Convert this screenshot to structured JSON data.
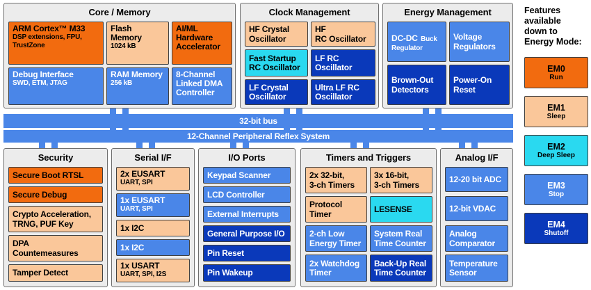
{
  "legend": {
    "title_lines": [
      "Features",
      "available",
      "down to",
      "Energy Mode:"
    ],
    "modes": [
      {
        "id": "EM0",
        "name": "Run",
        "color": "#f26b0f",
        "cls": "em0"
      },
      {
        "id": "EM1",
        "name": "Sleep",
        "color": "#fac79a",
        "cls": "em1"
      },
      {
        "id": "EM2",
        "name": "Deep Sleep",
        "color": "#2ad9f0",
        "cls": "em2"
      },
      {
        "id": "EM3",
        "name": "Stop",
        "color": "#4a86e8",
        "cls": "em3"
      },
      {
        "id": "EM4",
        "name": "Shutoff",
        "color": "#0a39ba",
        "cls": "em4"
      }
    ]
  },
  "buses": [
    {
      "label": "32-bit bus"
    },
    {
      "label": "12-Channel Peripheral Reflex System"
    }
  ],
  "panels": {
    "core_memory": {
      "title": "Core / Memory",
      "cells": [
        {
          "l1": "ARM Cortex™ M33",
          "l2": "DSP extensions, FPU,\nTrustZone",
          "cls": "em0"
        },
        {
          "l1": "Flash\nMemory",
          "l2": "1024 kB",
          "cls": "em1"
        },
        {
          "l1": "AI/ML\nHardware\nAccelerator",
          "l2": "",
          "cls": "em0"
        },
        {
          "l1": "Debug Interface",
          "l2": "SWD, ETM, JTAG",
          "cls": "em3"
        },
        {
          "l1": "RAM Memory",
          "l2": "256 kB",
          "cls": "em3"
        },
        {
          "l1": "8-Channel\nLinked DMA\nController",
          "l2": "",
          "cls": "em3"
        }
      ]
    },
    "clock_management": {
      "title": "Clock Management",
      "cells": [
        {
          "l1": "HF Crystal\nOscillator",
          "l2": "",
          "cls": "em1"
        },
        {
          "l1": "HF\nRC Oscillator",
          "l2": "",
          "cls": "em1"
        },
        {
          "l1": "Fast Startup\nRC Oscillator",
          "l2": "",
          "cls": "em2"
        },
        {
          "l1": "LF RC\nOscillator",
          "l2": "",
          "cls": "em4"
        },
        {
          "l1": "LF Crystal\nOscillator",
          "l2": "",
          "cls": "em4"
        },
        {
          "l1": "Ultra LF RC\nOscillator",
          "l2": "",
          "cls": "em4"
        }
      ]
    },
    "energy_management": {
      "title": "Energy Management",
      "cells": [
        {
          "l1": "DC-DC",
          "l1b": "Buck",
          "l2": "Regulator",
          "cls": "em3"
        },
        {
          "l1": "Voltage\nRegulators",
          "l2": "",
          "cls": "em3"
        },
        {
          "l1": "Brown-Out\nDetectors",
          "l2": "",
          "cls": "em4"
        },
        {
          "l1": "Power-On\nReset",
          "l2": "",
          "cls": "em4"
        }
      ]
    },
    "security": {
      "title": "Security",
      "cells": [
        {
          "l1": "Secure Boot RTSL",
          "l2": "",
          "cls": "em0"
        },
        {
          "l1": "Secure Debug",
          "l2": "",
          "cls": "em0"
        },
        {
          "l1": "Crypto Acceleration,\nTRNG, PUF Key",
          "l2": "",
          "cls": "em1"
        },
        {
          "l1": "DPA\nCountemeasures",
          "l2": "",
          "cls": "em1"
        },
        {
          "l1": "Tamper Detect",
          "l2": "",
          "cls": "em1"
        }
      ]
    },
    "serial_if": {
      "title": "Serial I/F",
      "cells": [
        {
          "l1": "2x EUSART",
          "l2": "UART, SPI",
          "cls": "em1"
        },
        {
          "l1": "1x EUSART",
          "l2": "UART, SPI",
          "cls": "em3"
        },
        {
          "l1": "1x I2C",
          "l2": "",
          "cls": "em1"
        },
        {
          "l1": "1x I2C",
          "l2": "",
          "cls": "em3"
        },
        {
          "l1": "1x USART",
          "l2": "UART, SPI, I2S",
          "cls": "em1"
        }
      ]
    },
    "io_ports": {
      "title": "I/O Ports",
      "cells": [
        {
          "l1": "Keypad Scanner",
          "l2": "",
          "cls": "em3"
        },
        {
          "l1": "LCD Controller",
          "l2": "",
          "cls": "em3"
        },
        {
          "l1": "External Interrupts",
          "l2": "",
          "cls": "em3"
        },
        {
          "l1": "General Purpose I/O",
          "l2": "",
          "cls": "em4"
        },
        {
          "l1": "Pin Reset",
          "l2": "",
          "cls": "em4"
        },
        {
          "l1": "Pin Wakeup",
          "l2": "",
          "cls": "em4"
        }
      ]
    },
    "timers_triggers": {
      "title": "Timers and Triggers",
      "cells": [
        {
          "l1": "2x 32-bit,\n3-ch Timers",
          "l2": "",
          "cls": "em1"
        },
        {
          "l1": "3x 16-bit,\n3-ch Timers",
          "l2": "",
          "cls": "em1"
        },
        {
          "l1": "Protocol\nTimer",
          "l2": "",
          "cls": "em1"
        },
        {
          "l1": "LESENSE",
          "l2": "",
          "cls": "em2"
        },
        {
          "l1": "2-ch Low\nEnergy Timer",
          "l2": "",
          "cls": "em3"
        },
        {
          "l1": "System Real\nTime Counter",
          "l2": "",
          "cls": "em3"
        },
        {
          "l1": "2x Watchdog\nTimer",
          "l2": "",
          "cls": "em3"
        },
        {
          "l1": "Back-Up Real\nTime Counter",
          "l2": "",
          "cls": "em4"
        }
      ]
    },
    "analog_if": {
      "title": "Analog I/F",
      "cells": [
        {
          "l1": "12-20 bit ADC",
          "l2": "",
          "cls": "em3"
        },
        {
          "l1": "12-bit VDAC",
          "l2": "",
          "cls": "em3"
        },
        {
          "l1": "Analog\nComparator",
          "l2": "",
          "cls": "em3"
        },
        {
          "l1": "Temperature\nSensor",
          "l2": "",
          "cls": "em3"
        }
      ]
    }
  }
}
